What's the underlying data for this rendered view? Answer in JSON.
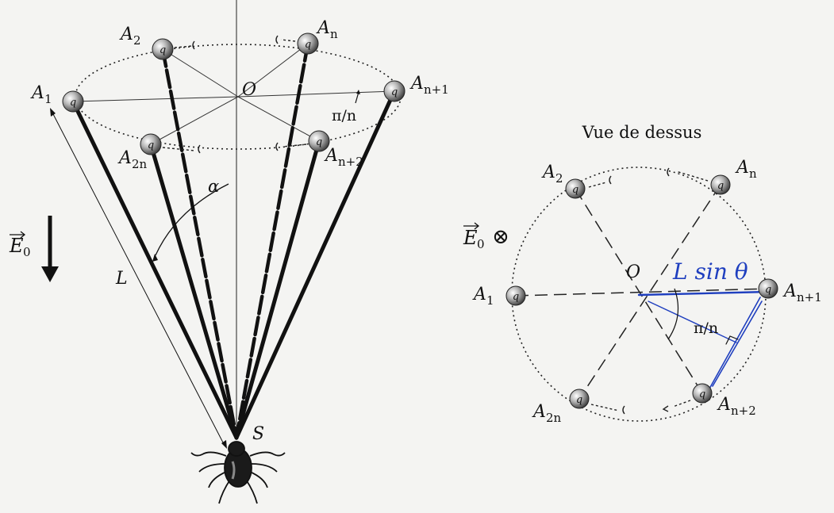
{
  "side_view": {
    "labels": {
      "A1": "A",
      "A1_sub": "1",
      "A2": "A",
      "A2_sub": "2",
      "A2n": "A",
      "A2n_sub": "2n",
      "An": "A",
      "An_sub": "n",
      "An1": "A",
      "An1_sub": "n+1",
      "An2": "A",
      "An2_sub": "n+2",
      "O": "O",
      "angle_pi_n": "π/n",
      "alpha": "α",
      "L": "L",
      "S": "S",
      "E0": "E",
      "E0_sub": "0",
      "charge": "q"
    }
  },
  "top_view": {
    "title": "Vue de dessus",
    "labels": {
      "A1": "A",
      "A1_sub": "1",
      "A2": "A",
      "A2_sub": "2",
      "A2n": "A",
      "A2n_sub": "2n",
      "An": "A",
      "An_sub": "n",
      "An1": "A",
      "An1_sub": "n+1",
      "An2": "A",
      "An2_sub": "n+2",
      "O": "O",
      "angle_pi_n": "π/n",
      "E0": "E",
      "E0_sub": "0",
      "into_page": "⊗",
      "charge": "q",
      "handwritten": "L sin θ"
    }
  },
  "colors": {
    "ink": "#111111",
    "handwriting": "#1f3fbf",
    "paper": "#f4f4f2"
  }
}
